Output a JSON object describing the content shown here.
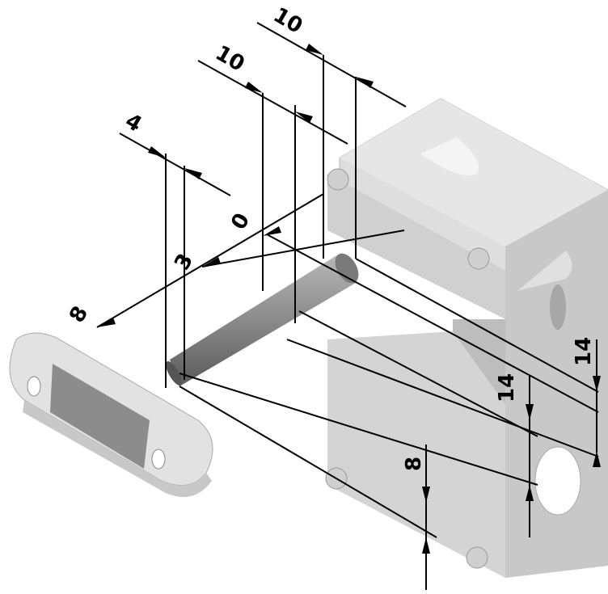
{
  "figure": {
    "dimensions": {
      "top_right_10": "10",
      "top_left_10": "10",
      "offset_4": "4",
      "depth_0": "0",
      "depth_3": "3",
      "depth_8": "8",
      "height_14_inner": "14",
      "height_14_outer": "14",
      "height_8": "8"
    },
    "colors": {
      "body_top": "#e4e4e4",
      "body_front": "#d2d2d2",
      "body_side": "#c4c4c4",
      "actuator": "#8a8a8a",
      "line": "#000000"
    }
  }
}
